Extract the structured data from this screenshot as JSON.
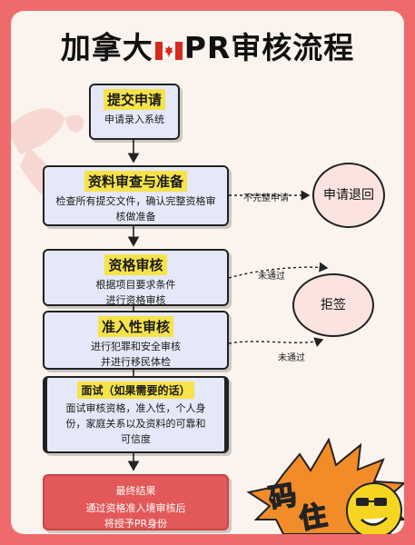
{
  "title": {
    "part1": "加拿大",
    "part2": "PR审核流程",
    "flag_icon": "canada-flag"
  },
  "steps": [
    {
      "heading": "提交申请",
      "desc": [
        "申请录入系统"
      ]
    },
    {
      "heading": "资料审查与准备",
      "desc": [
        "检查所有提交文件，确认完整资格审",
        "核做准备"
      ]
    },
    {
      "heading": "资格审核",
      "desc": [
        "根据项目要求条件",
        "进行资格审核"
      ]
    },
    {
      "heading": "准入性审核",
      "desc": [
        "进行犯罪和安全审核",
        "并进行移民体检"
      ]
    },
    {
      "heading": "面试（如果需要的话）",
      "desc": [
        "面试审核资格，准入性，个人身",
        "份，家庭关系以及资料的可靠和",
        "可信度"
      ]
    },
    {
      "heading": "最终结果",
      "desc": [
        "通过资格准入境审核后",
        "将授予PR身份"
      ]
    }
  ],
  "outcomes": {
    "returned": "申请退回",
    "refused": "拒签"
  },
  "edge_labels": {
    "incomplete": "不完整申请",
    "failed_eligibility": "未通过",
    "failed_admissibility": "未通过"
  },
  "badge": {
    "text1": "码",
    "text2": "住"
  },
  "colors": {
    "background": "#ef6a6a",
    "card": "#fbf3ee",
    "step_box": "#e5e8f8",
    "highlight": "#f6e34a",
    "final_box": "#e35858",
    "outcome_circle": "#fbe3df",
    "starburst": "#f28c28"
  }
}
